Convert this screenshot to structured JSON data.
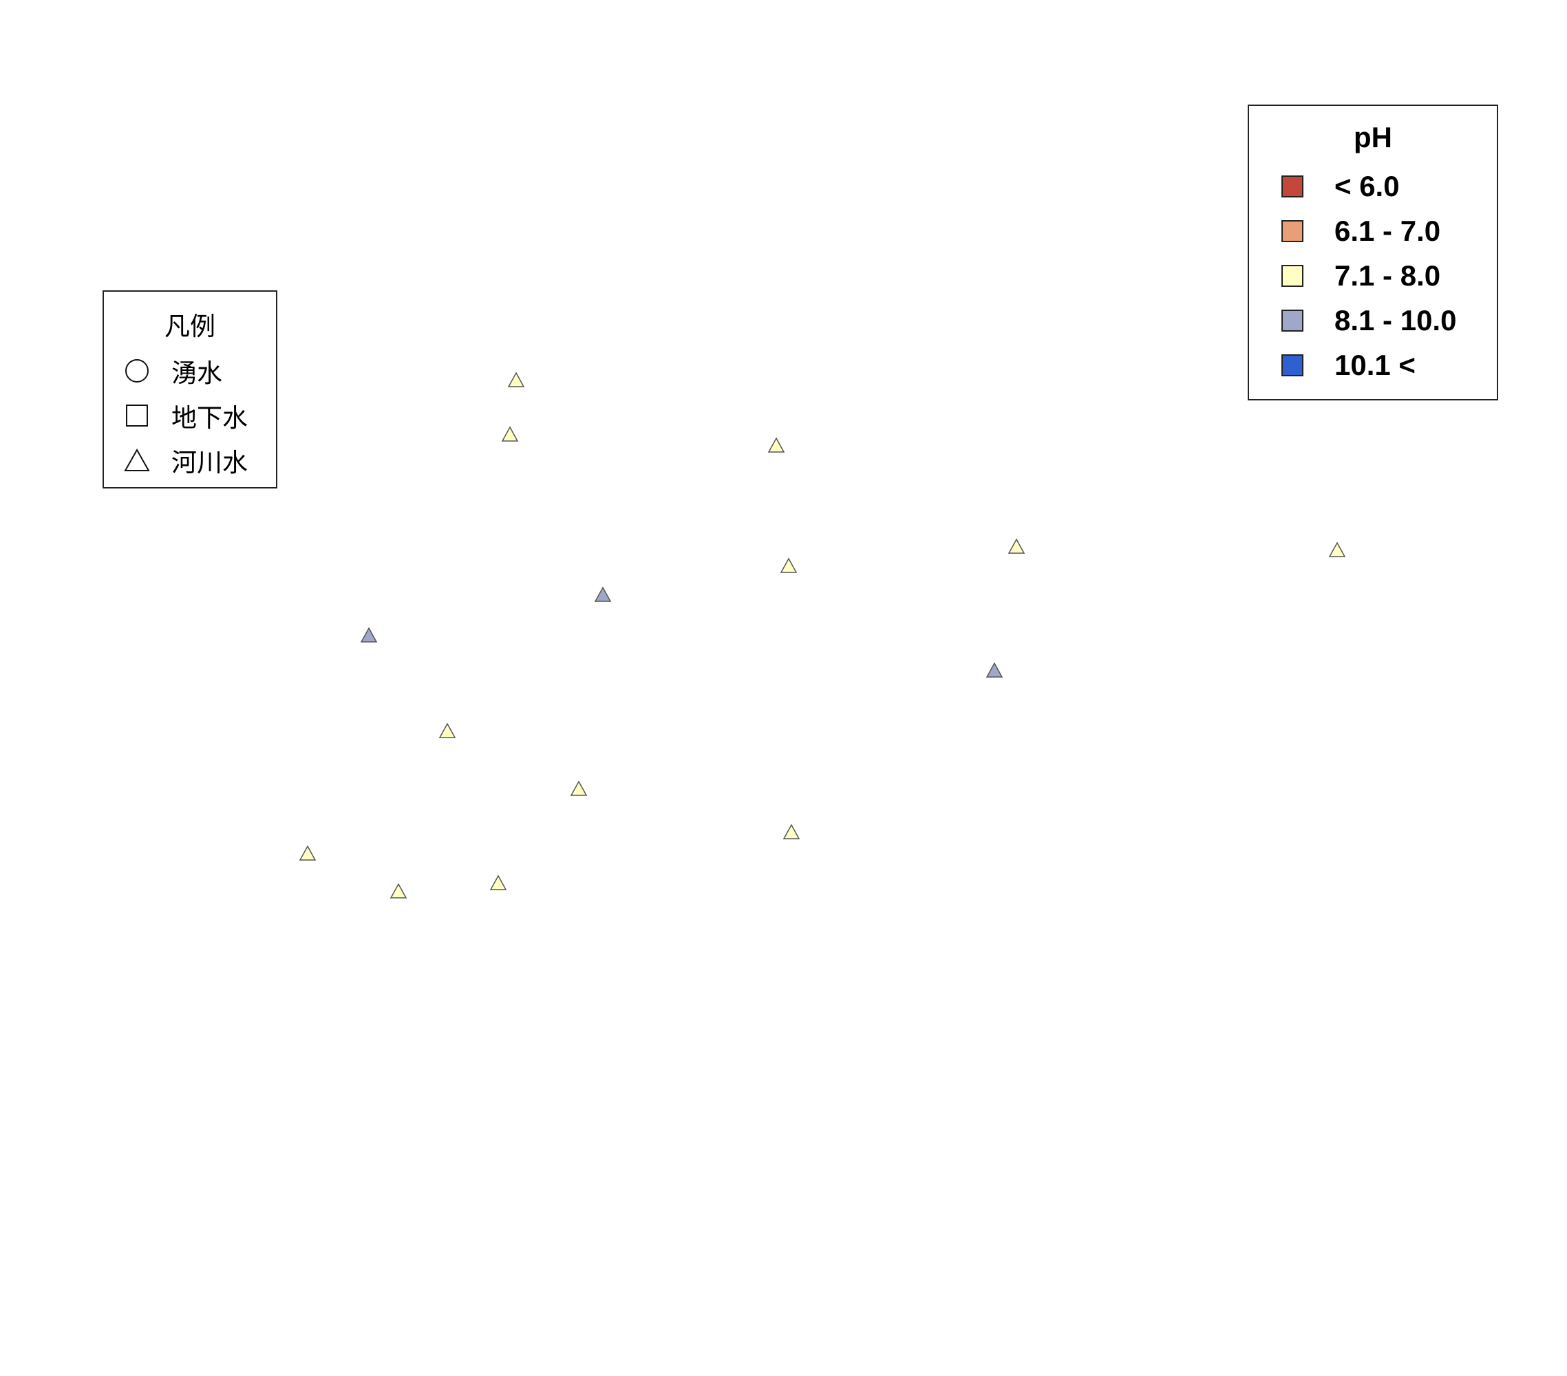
{
  "type_legend": {
    "title": "凡例",
    "items": [
      {
        "label": "湧水",
        "symbol": "circle"
      },
      {
        "label": "地下水",
        "symbol": "square"
      },
      {
        "label": "河川水",
        "symbol": "triangle"
      }
    ]
  },
  "ph_legend": {
    "title": "pH",
    "classes": [
      {
        "label": "< 6.0",
        "color": "#c3473b"
      },
      {
        "label": "6.1 - 7.0",
        "color": "#e89f78"
      },
      {
        "label": "7.1 - 8.0",
        "color": "#ffffc4"
      },
      {
        "label": "8.1 - 10.0",
        "color": "#9fa8c8"
      },
      {
        "label": "10.1 <",
        "color": "#3060d0"
      }
    ]
  },
  "sites": [
    {
      "type": "triangle",
      "ph_class": 2
    },
    {
      "type": "triangle",
      "ph_class": 2
    },
    {
      "type": "triangle",
      "ph_class": 2
    },
    {
      "type": "triangle",
      "ph_class": 2
    },
    {
      "type": "triangle",
      "ph_class": 2
    },
    {
      "type": "triangle",
      "ph_class": 2
    },
    {
      "type": "triangle",
      "ph_class": 3
    },
    {
      "type": "triangle",
      "ph_class": 3
    },
    {
      "type": "triangle",
      "ph_class": 3
    },
    {
      "type": "triangle",
      "ph_class": 2
    },
    {
      "type": "triangle",
      "ph_class": 2
    },
    {
      "type": "triangle",
      "ph_class": 2
    },
    {
      "type": "triangle",
      "ph_class": 2
    },
    {
      "type": "triangle",
      "ph_class": 2
    },
    {
      "type": "triangle",
      "ph_class": 2
    }
  ]
}
